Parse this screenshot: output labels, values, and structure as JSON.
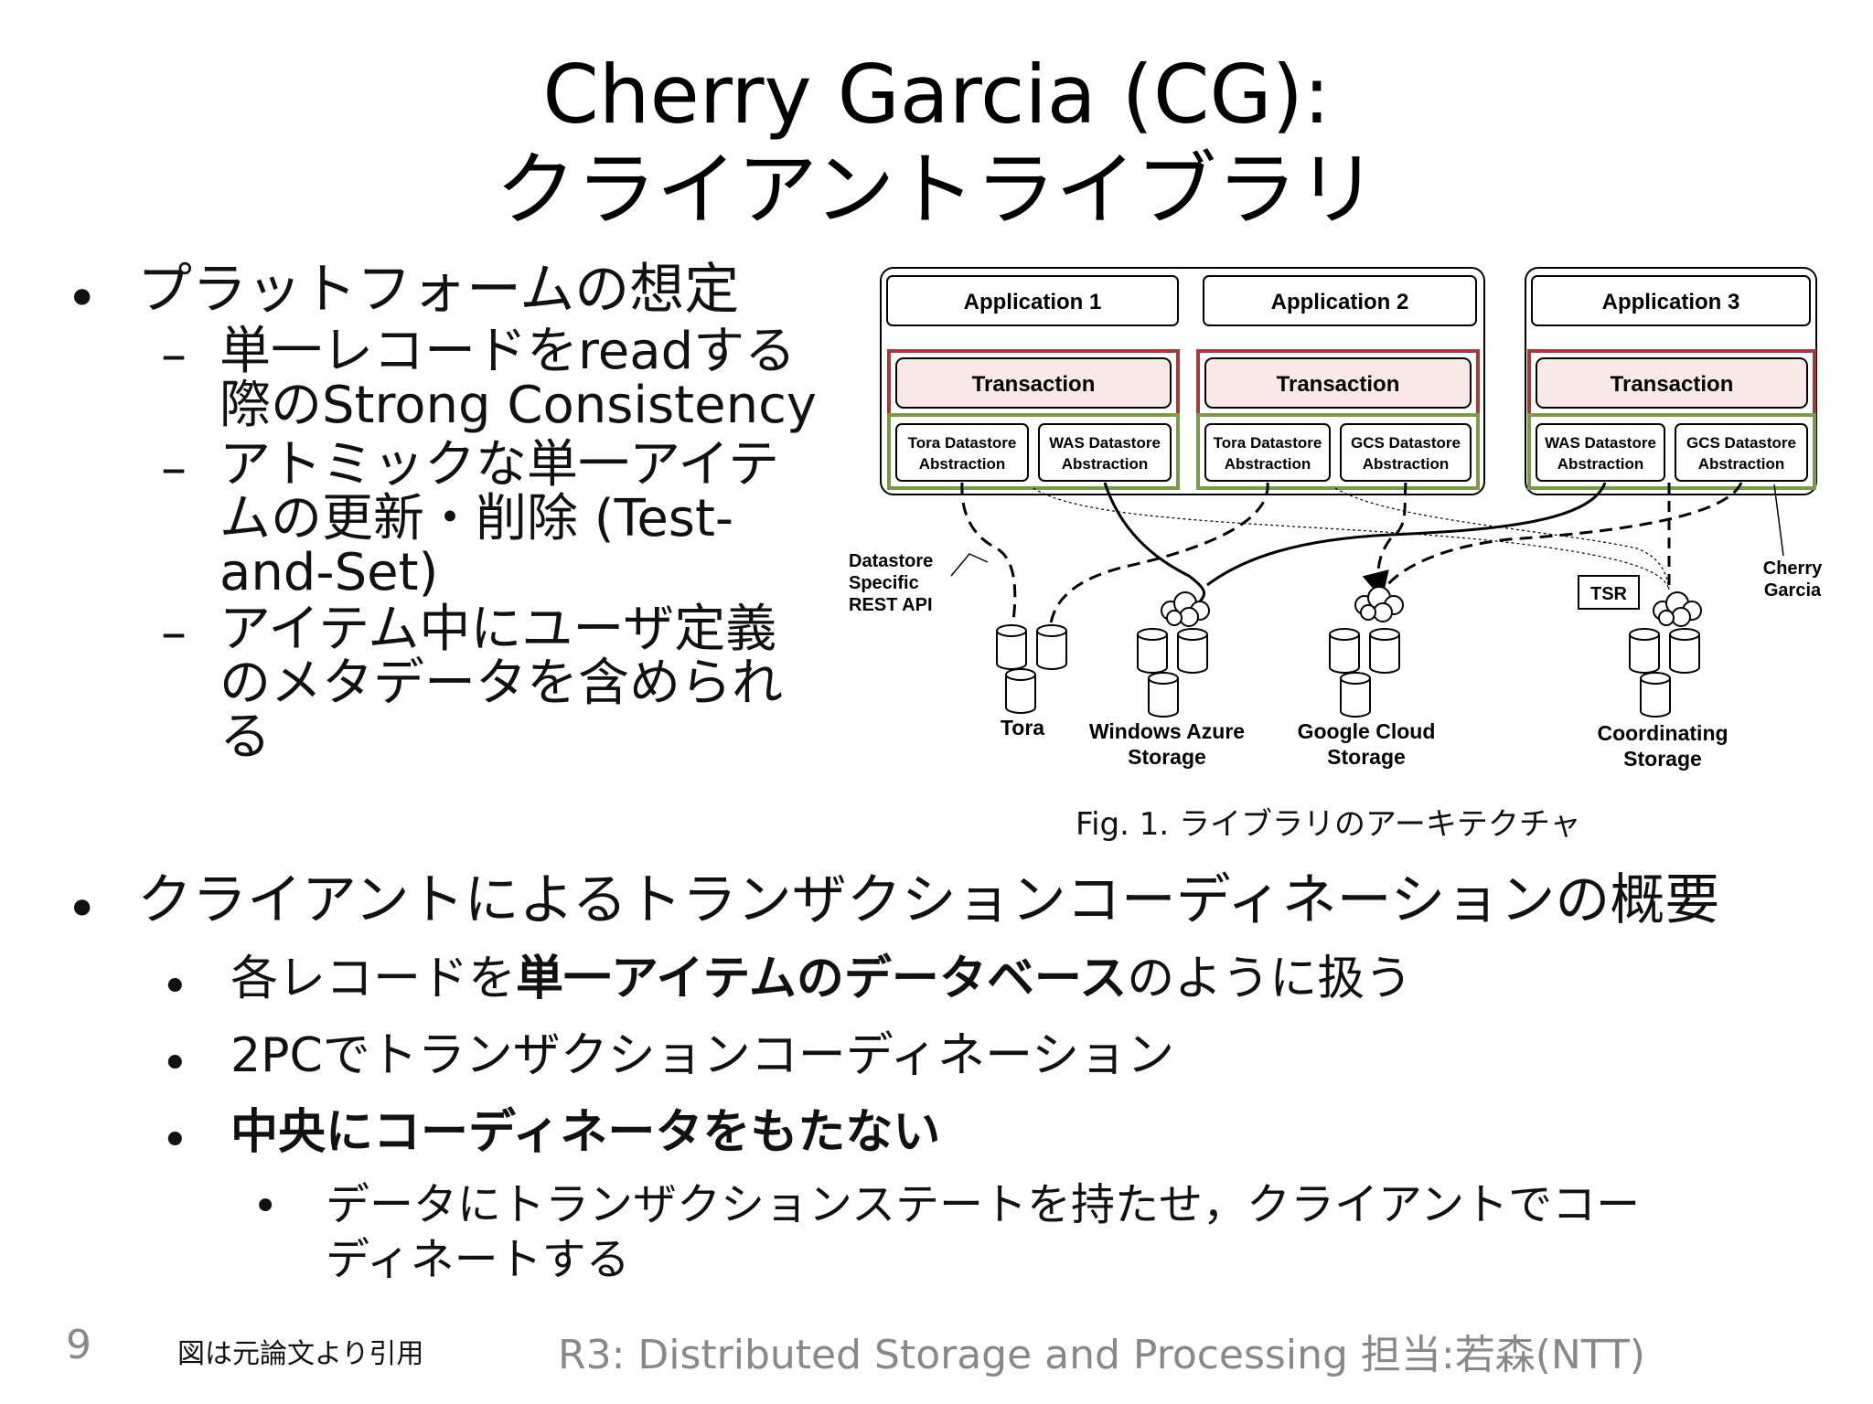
{
  "title": {
    "line1": "Cherry Garcia (CG):",
    "line2": "クライアントライブラリ"
  },
  "section1": {
    "heading": "プラットフォームの想定",
    "items": [
      {
        "line1": "単一レコードをreadする",
        "line2": "際のStrong Consistency"
      },
      {
        "line1": "アトミックな単一アイテ",
        "line2": "ムの更新・削除 (Test-",
        "line3": "and-Set)"
      },
      {
        "line1": "アイテム中にユーザ定義",
        "line2": "のメタデータを含められ",
        "line3": "る"
      }
    ]
  },
  "figure": {
    "apps": [
      "Application 1",
      "Application 2",
      "Application 3"
    ],
    "transaction_label": "Transaction",
    "abstractions": {
      "a1_left": [
        "Tora Datastore",
        "Abstraction"
      ],
      "a1_right": [
        "WAS Datastore",
        "Abstraction"
      ],
      "a2_left": [
        "Tora Datastore",
        "Abstraction"
      ],
      "a2_right": [
        "GCS Datastore",
        "Abstraction"
      ],
      "a3_left": [
        "WAS Datastore",
        "Abstraction"
      ],
      "a3_right": [
        "GCS Datastore",
        "Abstraction"
      ]
    },
    "rest_api_label": [
      "Datastore",
      "Specific",
      "REST API"
    ],
    "cherry_label": [
      "Cherry",
      "Garcia"
    ],
    "tsr_label": "TSR",
    "stores": {
      "tora": "Tora",
      "was": [
        "Windows Azure",
        "Storage"
      ],
      "gcs": [
        "Google Cloud",
        "Storage"
      ],
      "coord": [
        "Coordinating",
        "Storage"
      ]
    },
    "caption": "Fig. 1. ライブラリのアーキテクチャ",
    "colors": {
      "transaction_border": "#a63a3a",
      "transaction_fill": "#f8e8e8",
      "abstraction_border": "#7a9a4a"
    }
  },
  "section2": {
    "heading": "クライアントによるトランザクションコーディネーションの概要",
    "items": [
      {
        "pre": "各レコードを",
        "bold": "単一アイテムのデータベース",
        "post": "のように扱う"
      },
      {
        "text": "2PCでトランザクションコーディネーション"
      },
      {
        "bold": "中央にコーディネータをもたない"
      }
    ],
    "sub": {
      "line1": "データにトランザクションステートを持たせ，クライアントでコー",
      "line2": "ディネートする"
    }
  },
  "footer": {
    "page": "9",
    "note": "図は元論文より引用",
    "track": "R3: Distributed Storage and Processing 担当:若森(NTT)"
  },
  "bullet_glyph": "•",
  "dash_glyph": "–"
}
